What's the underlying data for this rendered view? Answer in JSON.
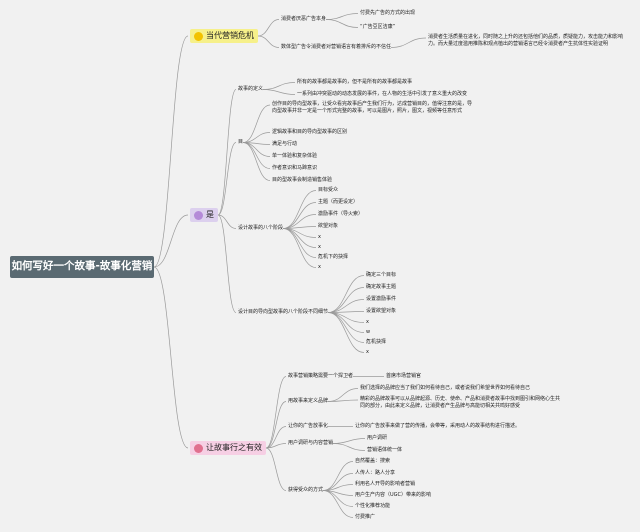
{
  "root": {
    "label": "如何写好一个故事-故事化营销",
    "color": "#5a6a72"
  },
  "branches": {
    "crisis": {
      "label": "当代营销危机",
      "icon": "bulb-icon",
      "items": [
        {
          "label": "消费者厌恶广告本身",
          "children": [
            "付费先广告的方式的出现",
            "“广告豆区洁康”"
          ]
        },
        {
          "label": "数体型广告令消费者对营销语言有着排斥的不信任",
          "children": [
            "消费者生活质量在进化，同时随之上升的还包括他们的品质，质疑能力，攻击能力和影响力。而大量过度滥用推陈和观点植出的营销语言已经令消费者产生抗体性实验证明"
          ]
        }
      ]
    },
    "what": {
      "label": "是",
      "icon": "gift-icon",
      "definition": {
        "label": "故事的定义",
        "children": [
          "所有的故事都是故事的，但不是所有的故事都是故事",
          "一系列由冲突驱动的动态发展的事件，在人物的生活中引发了意义重大的改变"
        ]
      },
      "purpose": {
        "label": "目",
        "children": [
          "创作目的导向型故事，让受众看完故事后产生我们行为，达成营销目的，值得注意的是，导向型故事并非一定是一个形式完整的故事，可以是图片，照片，图文，视频等任意形式",
          "逻辑故事和目的导向型故事的区别",
          "满足与行动",
          "单一体验和复杂体验",
          "作者意识和马蹄意识",
          "目的型故事会制造销售体验"
        ]
      },
      "eight": {
        "label": "设计故事的八个阶段",
        "children": [
          "目标受众",
          "主题（而更设定）",
          "激励事件（导火索）",
          "欲望对象",
          "x",
          "x",
          "危机下的抉择",
          "x"
        ]
      },
      "guided": {
        "label": "设计目的导向型故事的八个阶段不同细节",
        "children": [
          "确定三个目标",
          "确定故事主题",
          "设置激励事件",
          "设置欲望对象",
          "x",
          "w",
          "危机抉择",
          "x"
        ]
      }
    },
    "make": {
      "label": "让故事行之有效",
      "icon": "tools-icon",
      "items": [
        {
          "label": "故事营销策略需要一个捍卫者",
          "children": [
            "首席市场营销官"
          ]
        },
        {
          "label": "用故事来定义品牌",
          "children": [
            "我们选择的品牌应当了我们如何看待自己，或者说我们希望世界如何看待自己",
            "精彩的品牌故事可以从品牌起源、历史、使命、产品和消费者故事中找到图引和网络心生共同的部分，由此来定义品牌，让消费者产生品牌与高能切相关共鸣好感受"
          ]
        },
        {
          "label": "让你的广告放事化",
          "children": [
            "让你的广告放事来做了营的传播，会带等，采用动人的故事结构进行描述。"
          ]
        },
        {
          "label": "用户调研与内容营销",
          "children": [
            "用户调研",
            "营销语体统一体"
          ]
        },
        {
          "label": "获得受众的方式",
          "children": [
            "自然覆盖：搜索",
            "人传人：路人分享",
            "利用名人开导的影响者营销",
            "用户生产内容（UGC）带来的影响",
            "个性化推荐功能",
            "付费推广"
          ]
        }
      ]
    }
  },
  "colors": {
    "yellow": "#f6f08a",
    "purple": "#dcd0ee",
    "pink": "#f6cfe4",
    "line": "#9a9a9a"
  }
}
